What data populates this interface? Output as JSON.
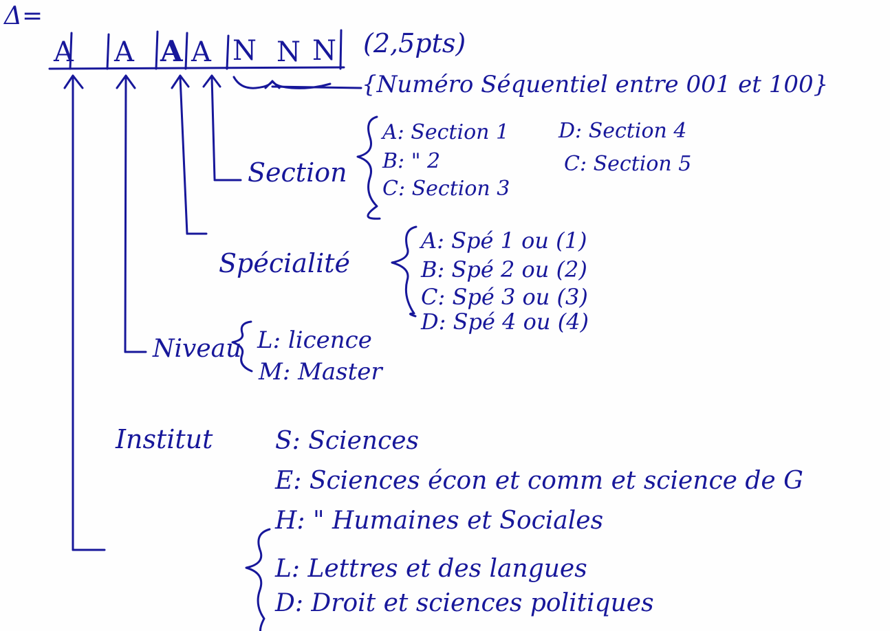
{
  "title": "Δ=",
  "code_boxes": [
    "A",
    "A",
    "A",
    "A",
    "N",
    "N",
    "N"
  ],
  "points": "(2,5pts)",
  "sequence_label": "{Numéro Séquentiel entre 001 et 100}",
  "section": {
    "label": "Section",
    "options": [
      "A: Section 1",
      "B: \" 2",
      "C: Section 3",
      "D: Section 4",
      "C: Section 5"
    ]
  },
  "specialite": {
    "label": "Spécialité",
    "options": [
      "A: Spé 1  ou (1)",
      "B: Spé 2  ou (2)",
      "C: Spé 3  ou (3)",
      "D: Spé 4  ou (4)"
    ]
  },
  "niveau": {
    "label": "Niveau",
    "options": [
      "L: licence",
      "M: Master"
    ]
  },
  "institut": {
    "label": "Institut",
    "options": [
      "S: Sciences",
      "E: Sciences écon et comm et science de G",
      "H: \"     Humaines et Sociales",
      "L: Lettres et des langues",
      "D: Droit et sciences politiques"
    ]
  },
  "colors": {
    "ink": "#17179a",
    "paper": "#fefefe"
  }
}
